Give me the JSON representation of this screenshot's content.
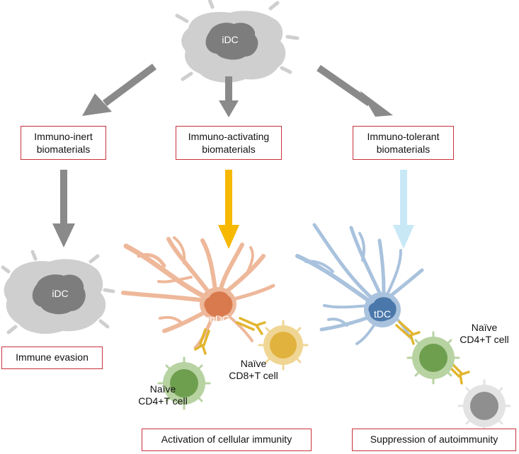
{
  "cells": {
    "top_idc": "iDC",
    "left_idc": "iDC",
    "mdc": "mDC",
    "tdc": "tDC"
  },
  "categories": {
    "inert": "Immuno-inert\nbiomaterials",
    "activating": "Immuno-activating\nbiomaterials",
    "tolerant": "Immuno-tolerant\nbiomaterials"
  },
  "outcomes": {
    "evasion": "Immune evasion",
    "activation": "Activation of cellular immunity",
    "suppression": "Suppression of autoimmunity"
  },
  "tcells": {
    "cd8": "Naïve\nCD8+T cell",
    "cd4_mid": "Naïve\nCD4+T cell",
    "cd4_right": "Naïve\nCD4+T cell"
  },
  "colors": {
    "gray_arrow": "#8a8a8a",
    "yellow_arrow": "#f6b800",
    "lightblue_arrow": "#c8e8f6",
    "box_border": "#c8323a",
    "mdc": "#eeb89a",
    "tdc": "#a9c2dd",
    "cd4_green": "#6e9f4f",
    "cd8_yellow": "#e1b33e",
    "receptor": "#e2b52e"
  }
}
